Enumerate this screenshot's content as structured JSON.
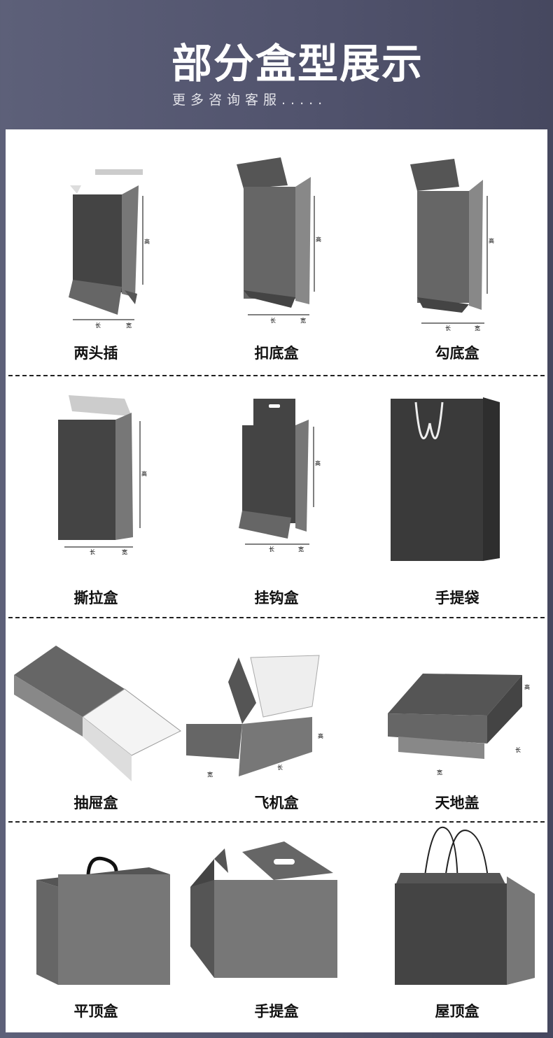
{
  "header": {
    "title": "部分盒型展示",
    "subtitle": "更多咨询客服....."
  },
  "dimension_labels": {
    "length": "长",
    "width": "宽",
    "height": "高"
  },
  "rows": [
    {
      "items": [
        {
          "label": "两头插",
          "shape": "tuck"
        },
        {
          "label": "扣底盒",
          "shape": "snap"
        },
        {
          "label": "勾底盒",
          "shape": "snap"
        }
      ]
    },
    {
      "items": [
        {
          "label": "撕拉盒",
          "shape": "tear"
        },
        {
          "label": "挂钩盒",
          "shape": "hang"
        },
        {
          "label": "手提袋",
          "shape": "bag"
        }
      ]
    },
    {
      "items": [
        {
          "label": "抽屉盒",
          "shape": "drawer"
        },
        {
          "label": "飞机盒",
          "shape": "mailer"
        },
        {
          "label": "天地盖",
          "shape": "lid"
        }
      ]
    },
    {
      "items": [
        {
          "label": "平顶盒",
          "shape": "flat"
        },
        {
          "label": "手提盒",
          "shape": "carry"
        },
        {
          "label": "屋顶盒",
          "shape": "roof"
        }
      ]
    }
  ]
}
